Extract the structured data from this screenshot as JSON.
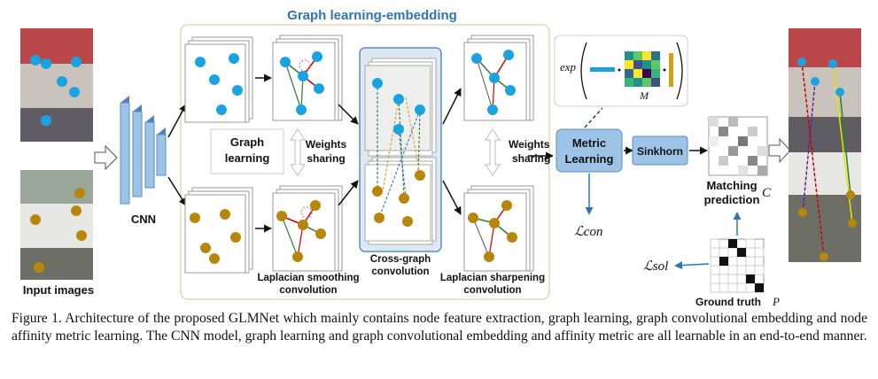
{
  "title": "Graph learning-embedding",
  "labels": {
    "input_images": "Input images",
    "cnn": "CNN",
    "graph_learning": [
      "Graph",
      "learning"
    ],
    "weights_sharing_left": [
      "Weights",
      "sharing"
    ],
    "weights_sharing_right": [
      "Weights",
      "sharing"
    ],
    "laplacian_smoothing": [
      "Laplacian smoothing",
      "convolution"
    ],
    "cross_graph": [
      "Cross-graph",
      "convolution"
    ],
    "laplacian_sharpening": [
      "Laplacian sharpening",
      "convolution"
    ],
    "metric_learning": [
      "Metric",
      "Learning"
    ],
    "sinkhorn": "Sinkhorn",
    "matching_prediction": [
      "Matching",
      "prediction"
    ],
    "matching_symbol": "C",
    "ground_truth": "Ground truth",
    "ground_truth_symbol": "P",
    "loss_con": "ℒcon",
    "loss_sol": "ℒsol",
    "exp_text": "exp",
    "matrix_symbol": "M"
  },
  "caption": "Figure 1. Architecture of the proposed GLMNet which mainly contains node feature extraction, graph learning, graph convolutional embedding and node affinity metric learning. The CNN model, graph learning and graph convolutional embedding and affinity metric are all learnable in an end-to-end manner.",
  "colors": {
    "title_blue": "#2e75b6",
    "node_blue": "#1aa3e0",
    "node_gold": "#b8860b",
    "box_blue": "#9dc3e6",
    "cnn_blue": "#9dc3e6",
    "embed_border": "#e8c9a8"
  }
}
